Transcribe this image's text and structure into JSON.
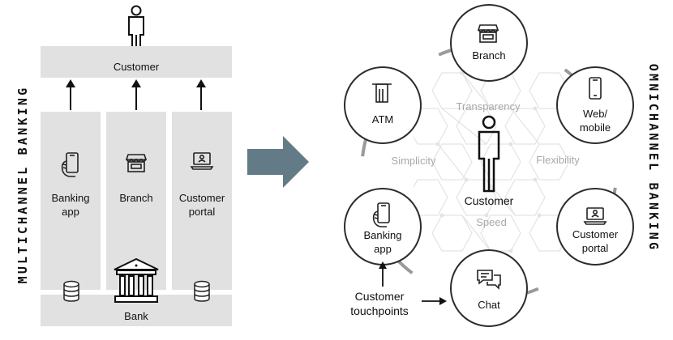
{
  "left": {
    "vertical_title": "MULTICHANNEL BANKING",
    "customer_label": "Customer",
    "bank_label": "Bank",
    "channels": [
      {
        "line1": "Banking",
        "line2": "app",
        "icon": "smartphone-hand-icon"
      },
      {
        "line1": "Branch",
        "line2": "",
        "icon": "storefront-icon"
      },
      {
        "line1": "Customer",
        "line2": "portal",
        "icon": "laptop-user-icon"
      }
    ]
  },
  "right": {
    "vertical_title": "OMNICHANNEL BANKING",
    "center_label": "Customer",
    "values": [
      "Transparency",
      "Simplicity",
      "Flexibility",
      "Speed"
    ],
    "nodes": [
      {
        "line1": "Branch",
        "line2": "",
        "icon": "storefront-icon"
      },
      {
        "line1": "Web/",
        "line2": "mobile",
        "icon": "smartphone-icon"
      },
      {
        "line1": "Customer",
        "line2": "portal",
        "icon": "laptop-user-icon"
      },
      {
        "line1": "Chat",
        "line2": "",
        "icon": "chat-bubbles-icon"
      },
      {
        "line1": "Banking",
        "line2": "app",
        "icon": "smartphone-hand-icon"
      },
      {
        "line1": "ATM",
        "line2": "",
        "icon": "atm-icon"
      }
    ],
    "touchpoints_line1": "Customer",
    "touchpoints_line2": "touchpoints"
  },
  "colors": {
    "panel_grey": "#e1e1e1",
    "arrow_slate": "#627b87",
    "hex_pattern": "#e3e3e3",
    "value_text": "#a8a8a8",
    "ring": "#9a9a9a",
    "outline": "#2c2c2c"
  }
}
